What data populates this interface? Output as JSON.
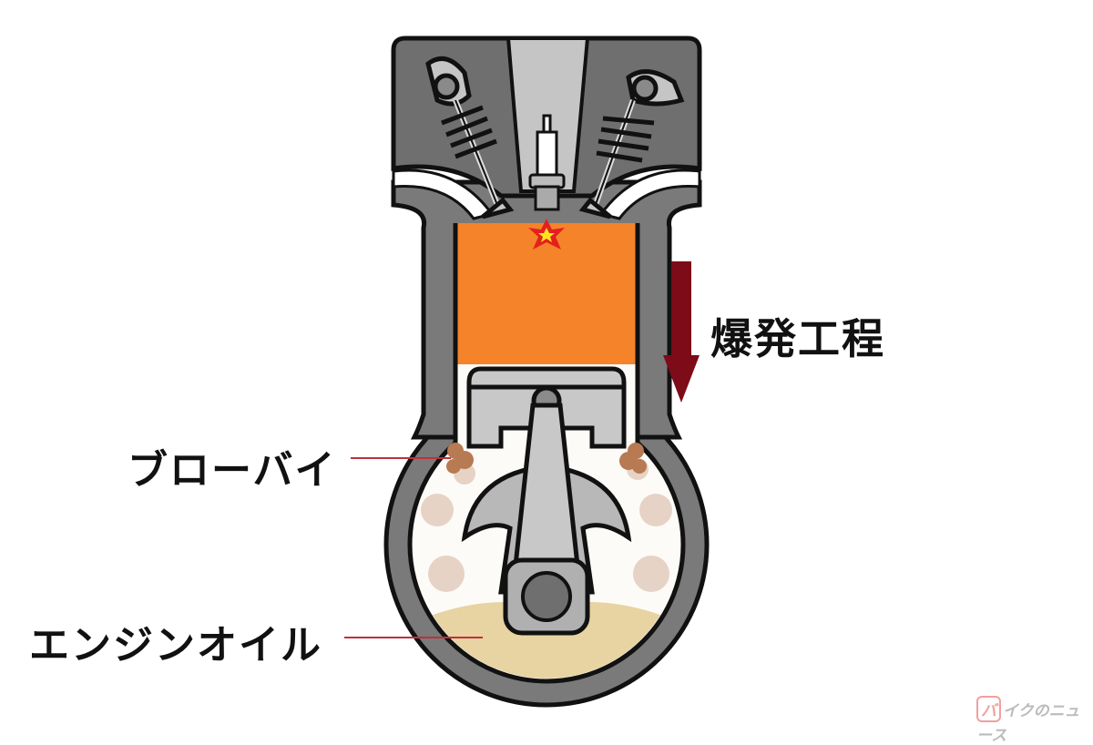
{
  "labels": {
    "stroke": "爆発工程",
    "blowby": "ブローバイ",
    "engine_oil": "エンジンオイル"
  },
  "logo": {
    "mark": "バ",
    "text": "イクのニュース"
  },
  "colors": {
    "combustion": "#f5832a",
    "arrow": "#7d0b18",
    "leader_line": "#c0303a",
    "head": "#6f6f6f",
    "piston": "#c8c8c8",
    "oil": "#e8d3a2",
    "blowby_gas": "#b77a52"
  }
}
